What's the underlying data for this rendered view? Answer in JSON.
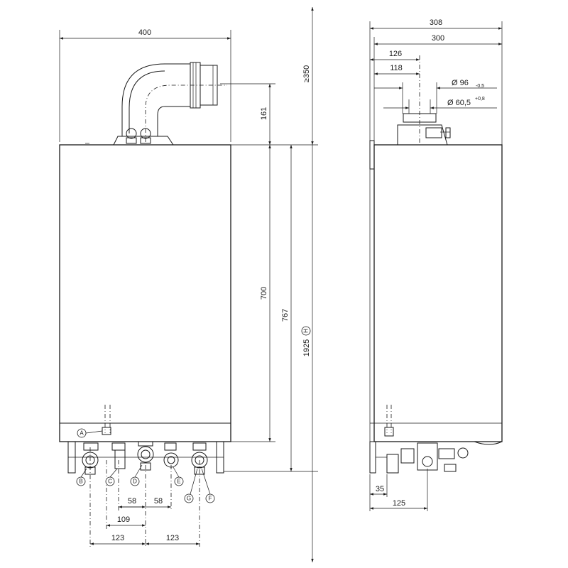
{
  "front_view": {
    "width": "400",
    "flue_height": "161",
    "height_casing": "700",
    "height_total": "767",
    "clearance_top": "≥350",
    "mount_height": "1925",
    "mount_height_marker": "H",
    "spacing_58_left": "58",
    "spacing_58_right": "58",
    "spacing_109": "109",
    "spacing_123_left": "123",
    "spacing_123_right": "123"
  },
  "connection_labels": [
    "A",
    "B",
    "C",
    "D",
    "E",
    "F",
    "G"
  ],
  "side_view": {
    "depth_total": "308",
    "depth_casing": "300",
    "flue_offset_126": "126",
    "flue_offset_118": "118",
    "outer_diameter": "Ø 96",
    "outer_tolerance": "-0,5",
    "inner_diameter": "Ø 60,5",
    "inner_tolerance": "+0,8",
    "bottom_35": "35",
    "bottom_125": "125"
  }
}
